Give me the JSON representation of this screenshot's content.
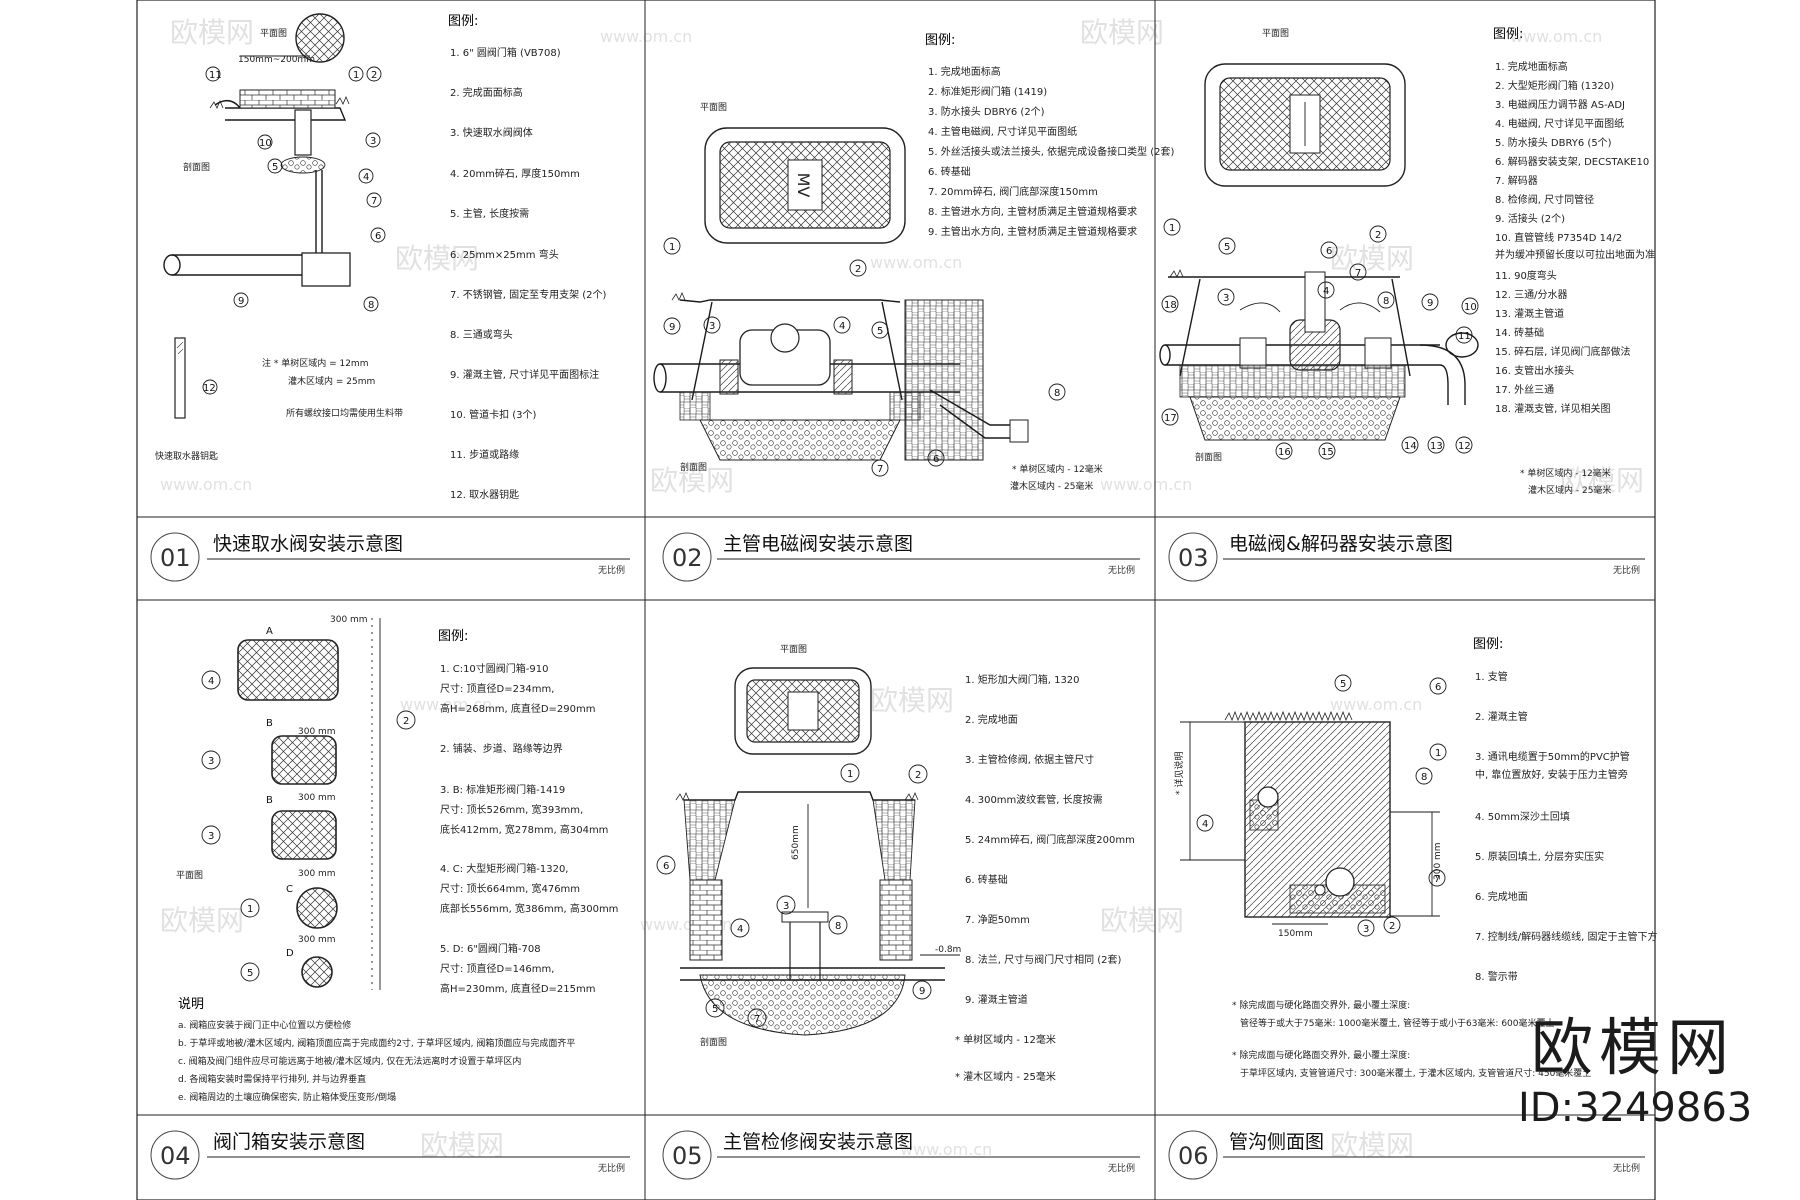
{
  "panels": [
    {
      "num": "01",
      "title": "快速取水阀安装示意图",
      "scale": "无比例",
      "legend_title": "图例:",
      "legend": [
        "1.  6\" 圆阀门箱 (VB708)",
        "2.  完成面面标高",
        "3.  快速取水阀阀体",
        "4.  20mm碎石, 厚度150mm",
        "5.  主管, 长度按需",
        "6.  25mm×25mm 弯头",
        "7.  不锈钢管, 固定至专用支架 (2个)",
        "8.  三通或弯头",
        "9.  灌溉主管, 尺寸详见平面图标注",
        "10. 管道卡扣 (3个)",
        "11. 步道或路缘",
        "12. 取水器钥匙"
      ],
      "labels": {
        "plan": "平面图",
        "section": "剖面图",
        "key": "快速取水器钥匙",
        "dim": "150mm~200mm"
      },
      "notes": [
        "注 * 单树区域内 = 12mm",
        "灌木区域内 = 25mm",
        "所有螺纹接口均需使用生料带"
      ]
    },
    {
      "num": "02",
      "title": "主管电磁阀安装示意图",
      "scale": "无比例",
      "legend_title": "图例:",
      "legend": [
        "1.  完成地面标高",
        "2.  标准矩形阀门箱 (1419)",
        "3.  防水接头 DBRY6 (2个)",
        "4.  主管电磁阀, 尺寸详见平面图纸",
        "5.  外丝活接头或法兰接头, 依据完成设备接口类型 (2套)",
        "6.  砖基础",
        "7.  20mm碎石, 阀门底部深度150mm",
        "8.  主管进水方向, 主管材质满足主管道规格要求",
        "9.  主管出水方向, 主管材质满足主管道规格要求"
      ],
      "labels": {
        "plan": "平面图",
        "section": "剖面图",
        "valve_mark": "MV"
      },
      "notes": [
        "* 单树区域内 - 12毫米",
        "灌木区域内 - 25毫米"
      ]
    },
    {
      "num": "03",
      "title": "电磁阀&解码器安装示意图",
      "scale": "无比例",
      "legend_title": "图例:",
      "legend": [
        "1.  完成地面标高",
        "2.  大型矩形阀门箱 (1320)",
        "3.  电磁阀压力调节器 AS-ADJ",
        "4.  电磁阀, 尺寸详见平面图纸",
        "5.  防水接头 DBRY6 (5个)",
        "6.  解码器安装支架, DECSTAKE10",
        "7.  解码器",
        "8.  检修阀, 尺寸同管径",
        "9.  活接头 (2个)",
        "10. 直管管线 P7354D 14/2",
        "    并为缓冲预留长度以可拉出地面为准",
        "11. 90度弯头",
        "12. 三通/分水器",
        "13. 灌溉主管道",
        "14. 砖基础",
        "15. 碎石层, 详见阀门底部做法",
        "16. 支管出水接头",
        "17. 外丝三通",
        "18. 灌溉支管, 详见相关图"
      ],
      "labels": {
        "plan": "平面图",
        "section": "剖面图"
      },
      "notes": [
        "* 单树区域内 - 12毫米",
        "灌木区域内 - 25毫米"
      ]
    },
    {
      "num": "04",
      "title": "阀门箱安装示意图",
      "scale": "无比例",
      "legend_title": "图例:",
      "legend": [
        "1.  C:10寸圆阀门箱-910",
        "    尺寸: 顶直径D=234mm,",
        "    高H=268mm, 底直径D=290mm",
        "2.  铺装、步道、路缘等边界",
        "3.  B: 标准矩形阀门箱-1419",
        "    尺寸: 顶长526mm, 宽393mm,",
        "    底长412mm, 宽278mm, 高304mm",
        "4.  C: 大型矩形阀门箱-1320,",
        "    尺寸: 顶长664mm, 宽476mm",
        "    底部长556mm, 宽386mm, 高300mm",
        "5.  D: 6\"圆阀门箱-708",
        "    尺寸: 顶直径D=146mm,",
        "    高H=230mm, 底直径D=215mm"
      ],
      "labels": {
        "plan": "平面图",
        "dim": "300 mm",
        "A": "A",
        "B": "B",
        "C": "C",
        "D": "D"
      },
      "notes_title": "说明",
      "notes": [
        "a.  阀箱应安装于阀门正中心位置以方便检修",
        "b.  于草坪或地被/灌木区域内, 阀箱顶面应高于完成面约2寸, 于草坪区域内, 阀箱顶面应与完成面齐平",
        "c.  阀箱及阀门组件应尽可能远离于地被/灌木区域内, 仅在无法远离时才设置于草坪区内",
        "d.  各阀箱安装时需保持平行排列, 并与边界垂直",
        "e.  阀箱周边的土壤应确保密实, 防止箱体受压变形/倒塌"
      ]
    },
    {
      "num": "05",
      "title": "主管检修阀安装示意图",
      "scale": "无比例",
      "legend_title": "",
      "legend": [
        "1.  矩形加大阀门箱, 1320",
        "2.  完成地面",
        "3.  主管检修阀, 依据主管尺寸",
        "4.  300mm波纹套管, 长度按需",
        "5.  24mm碎石, 阀门底部深度200mm",
        "6.  砖基础",
        "7.  净距50mm",
        "8.  法兰, 尺寸与阀门尺寸相同 (2套)",
        "9.  灌溉主管道",
        "* 单树区域内 - 12毫米",
        "* 灌木区域内 - 25毫米"
      ],
      "labels": {
        "plan": "平面图",
        "section": "剖面图",
        "depth": "650mm",
        "level": "-0.8m"
      }
    },
    {
      "num": "06",
      "title": "管沟侧面图",
      "scale": "无比例",
      "legend_title": "图例:",
      "legend": [
        "1.  支管",
        "2.  灌溉主管",
        "3.  通讯电缆置于50mm的PVC护管",
        "    中, 靠位置放好, 安装于压力主管旁",
        "4.  50mm深沙土回填",
        "5.  原装回填土, 分层夯实压实",
        "6.  完成地面",
        "7.  控制线/解码器线缆线, 固定于主管下方",
        "8.  警示带"
      ],
      "labels": {
        "width": "150mm",
        "depth": "300 mm",
        "cover": "* 详见说明"
      },
      "notes": [
        "* 除完成面与硬化路面交界外, 最小覆土深度:",
        "管径等于或大于75毫米: 1000毫米覆土, 管径等于或小于63毫米: 600毫米覆土",
        "* 除完成面与硬化路面交界外, 最小覆土深度:",
        "于草坪区域内, 支管管道尺寸: 300毫米覆土, 于灌木区域内, 支管管道尺寸: 450毫米覆土"
      ]
    }
  ],
  "watermark": {
    "brand": "欧模网",
    "url": "www.om.cn"
  },
  "branding": {
    "logo": "欧模网",
    "id": "ID:3249863"
  }
}
